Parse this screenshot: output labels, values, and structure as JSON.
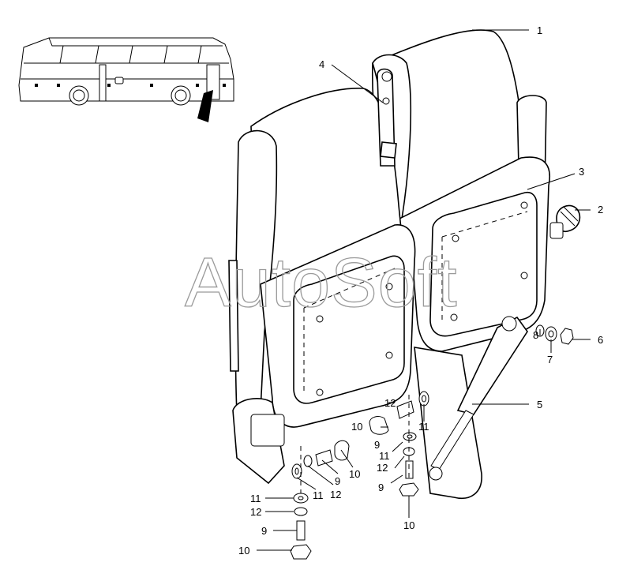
{
  "watermark": "AutoSoft",
  "callouts": {
    "c1": "1",
    "c2": "2",
    "c3": "3",
    "c4": "4",
    "c5": "5",
    "c6": "6",
    "c7": "7",
    "c8": "8",
    "c9a": "9",
    "c9b": "9",
    "c9c": "9",
    "c9d": "9",
    "c10a": "10",
    "c10b": "10",
    "c10c": "10",
    "c10d": "10",
    "c11a": "11",
    "c11b": "11",
    "c11c": "11",
    "c11d": "11",
    "c12a": "12",
    "c12b": "12",
    "c12c": "12",
    "c12d": "12"
  }
}
